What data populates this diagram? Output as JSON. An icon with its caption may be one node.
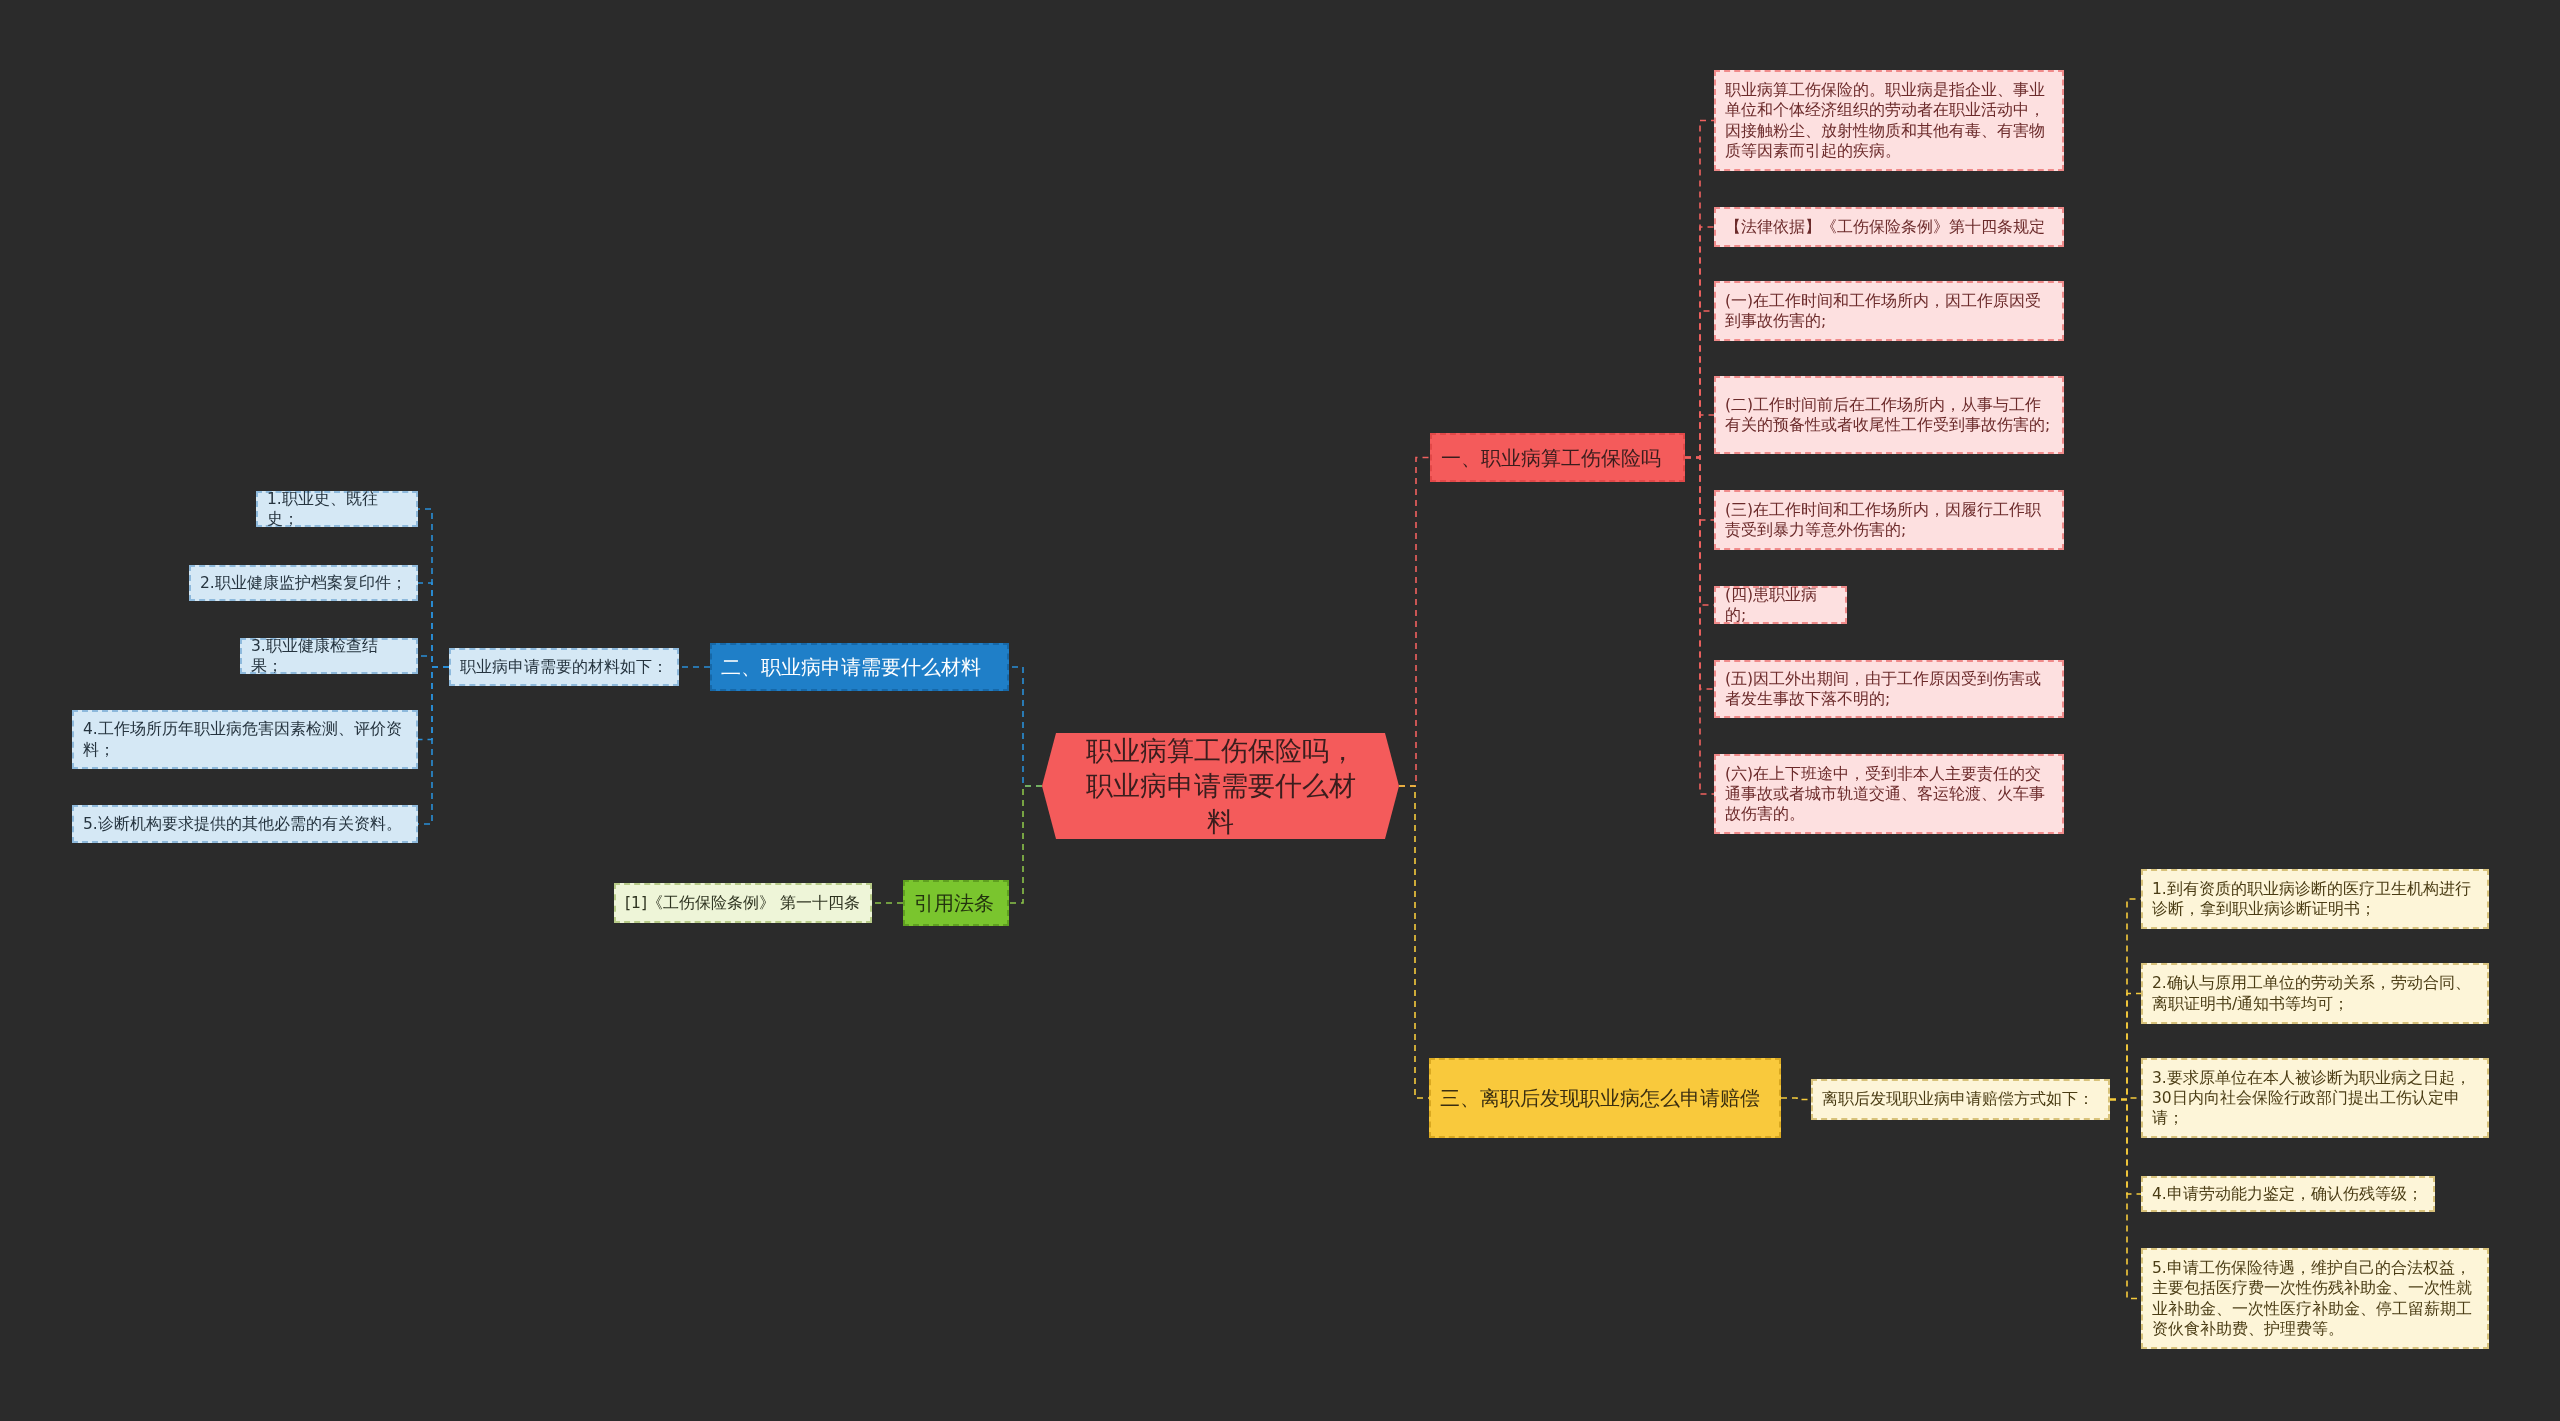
{
  "diagram": {
    "nodes": [
      {
        "text": [
          "职业病算工伤保险吗，职业病申请需要什么材料"
        ]
      },
      {
        "text": [
          "一、职业病算工伤保险吗"
        ]
      },
      {
        "text": [
          "职业病算工伤保险的。职业病是指企业、事业单位和个体经济组织的劳动者在职业活动中，因接触粉尘、放射性物质和其他有毒、有害物质等因素而引起的疾病。"
        ]
      },
      {
        "text": [
          "【法律依据】《工伤保险条例》第十四条规定"
        ]
      },
      {
        "text": [
          "(一)在工作时间和工作场所内，因工作原因受到事故伤害的;"
        ]
      },
      {
        "text": [
          "(二)工作时间前后在工作场所内，从事与工作有关的预备性或者收尾性工作受到事故伤害的;"
        ]
      },
      {
        "text": [
          "(三)在工作时间和工作场所内，因履行工作职责受到暴力等意外伤害的;"
        ]
      },
      {
        "text": [
          "(四)患职业病的;"
        ]
      },
      {
        "text": [
          "(五)因工外出期间，由于工作原因受到伤害或者发生事故下落不明的;"
        ]
      },
      {
        "text": [
          "(六)在上下班途中，受到非本人主要责任的交通事故或者城市轨道交通、客运轮渡、火车事故伤害的。"
        ]
      },
      {
        "text": [
          "二、职业病申请需要什么材料"
        ]
      },
      {
        "text": [
          "职业病申请需要的材料如下："
        ]
      },
      {
        "text": [
          "1.职业史、既往史；"
        ]
      },
      {
        "text": [
          "2.职业健康监护档案复印件；"
        ]
      },
      {
        "text": [
          "3.职业健康检查结果；"
        ]
      },
      {
        "text": [
          "4.工作场所历年职业病危害因素检测、评价资料；"
        ]
      },
      {
        "text": [
          "5.诊断机构要求提供的其他必需的有关资料。"
        ]
      },
      {
        "text": [
          "引用法条"
        ]
      },
      {
        "text": [
          "[1]《工伤保险条例》 第一十四条"
        ]
      },
      {
        "text": [
          "三、离职后发现职业病怎么申请赔偿"
        ]
      },
      {
        "text": [
          "离职后发现职业病申请赔偿方式如下："
        ]
      },
      {
        "text": [
          "1.到有资质的职业病诊断的医疗卫生机构进行诊断，拿到职业病诊断证明书；"
        ]
      },
      {
        "text": [
          "2.确认与原用工单位的劳动关系，劳动合同、离职证明书/通知书等均可；"
        ]
      },
      {
        "text": [
          "3.要求原单位在本人被诊断为职业病之日起，30日内向社会保险行政部门提出工伤认定申请；"
        ]
      },
      {
        "text": [
          "4.申请劳动能力鉴定，确认伤残等级；"
        ]
      },
      {
        "text": [
          "5.申请工伤保险待遇，维护自己的合法权益，主要包括医疗费一次性伤残补助金、一次性就业补助金、一次性医疗补助金、停工留薪期工资伙食补助费、护理费等。"
        ]
      }
    ],
    "edges": [
      {
        "from": 0,
        "to": 1,
        "arrow": "none",
        "style": "dashed",
        "color": "#f0615f"
      },
      {
        "from": 1,
        "to": 2,
        "arrow": "none",
        "style": "dashed",
        "color": "#f0615f"
      },
      {
        "from": 1,
        "to": 3,
        "arrow": "none",
        "style": "dashed",
        "color": "#f0615f"
      },
      {
        "from": 1,
        "to": 4,
        "arrow": "none",
        "style": "dashed",
        "color": "#f0615f"
      },
      {
        "from": 1,
        "to": 5,
        "arrow": "none",
        "style": "dashed",
        "color": "#f0615f"
      },
      {
        "from": 1,
        "to": 6,
        "arrow": "none",
        "style": "dashed",
        "color": "#f0615f"
      },
      {
        "from": 1,
        "to": 7,
        "arrow": "none",
        "style": "dashed",
        "color": "#f0615f"
      },
      {
        "from": 1,
        "to": 8,
        "arrow": "none",
        "style": "dashed",
        "color": "#f0615f"
      },
      {
        "from": 1,
        "to": 9,
        "arrow": "none",
        "style": "dashed",
        "color": "#f0615f"
      },
      {
        "from": 0,
        "to": 10,
        "arrow": "none",
        "style": "dashed",
        "color": "#2a8fd8"
      },
      {
        "from": 10,
        "to": 11,
        "arrow": "none",
        "style": "dashed",
        "color": "#2a8fd8"
      },
      {
        "from": 11,
        "to": 12,
        "arrow": "none",
        "style": "dashed",
        "color": "#2a8fd8"
      },
      {
        "from": 11,
        "to": 13,
        "arrow": "none",
        "style": "dashed",
        "color": "#2a8fd8"
      },
      {
        "from": 11,
        "to": 14,
        "arrow": "none",
        "style": "dashed",
        "color": "#2a8fd8"
      },
      {
        "from": 11,
        "to": 15,
        "arrow": "none",
        "style": "dashed",
        "color": "#2a8fd8"
      },
      {
        "from": 11,
        "to": 16,
        "arrow": "none",
        "style": "dashed",
        "color": "#2a8fd8"
      },
      {
        "from": 0,
        "to": 17,
        "arrow": "none",
        "style": "dashed",
        "color": "#8bc34a"
      },
      {
        "from": 17,
        "to": 18,
        "arrow": "none",
        "style": "dashed",
        "color": "#8bc34a"
      },
      {
        "from": 0,
        "to": 19,
        "arrow": "none",
        "style": "dashed",
        "color": "#f5cb3c"
      },
      {
        "from": 19,
        "to": 20,
        "arrow": "none",
        "style": "dashed",
        "color": "#f5cb3c"
      },
      {
        "from": 20,
        "to": 21,
        "arrow": "none",
        "style": "dashed",
        "color": "#f5cb3c"
      },
      {
        "from": 20,
        "to": 22,
        "arrow": "none",
        "style": "dashed",
        "color": "#f5cb3c"
      },
      {
        "from": 20,
        "to": 23,
        "arrow": "none",
        "style": "dashed",
        "color": "#f5cb3c"
      },
      {
        "from": 20,
        "to": 24,
        "arrow": "none",
        "style": "dashed",
        "color": "#f5cb3c"
      },
      {
        "from": 20,
        "to": 25,
        "arrow": "none",
        "style": "dashed",
        "color": "#f5cb3c"
      }
    ]
  }
}
